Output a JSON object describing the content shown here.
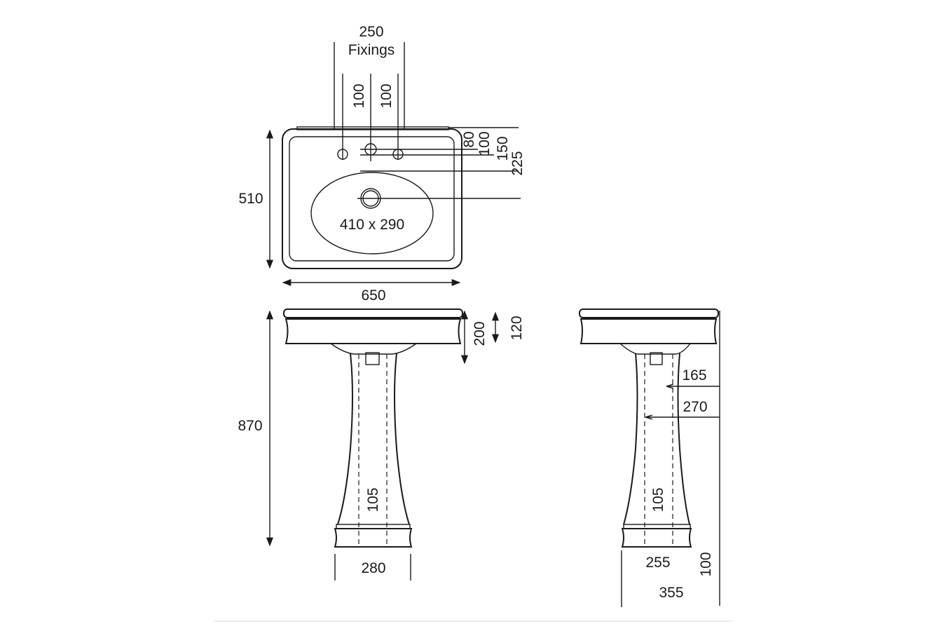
{
  "top_view": {
    "fixings_value": "250",
    "fixings_label": "Fixings",
    "tap_spacing_left": "100",
    "tap_spacing_right": "100",
    "offset_80": "80",
    "offset_100": "100",
    "offset_150": "150",
    "offset_225": "225",
    "depth": "510",
    "basin_size": "410 x 290",
    "width": "650"
  },
  "front_view": {
    "overall_height": "870",
    "bowl_height": "200",
    "rim_height": "120",
    "waste_width": "105",
    "base_width": "280"
  },
  "side_view": {
    "waste_offset_1": "165",
    "waste_offset_2": "270",
    "waste_width": "105",
    "base_depth": "255",
    "base_height": "100",
    "overall_depth": "355"
  }
}
